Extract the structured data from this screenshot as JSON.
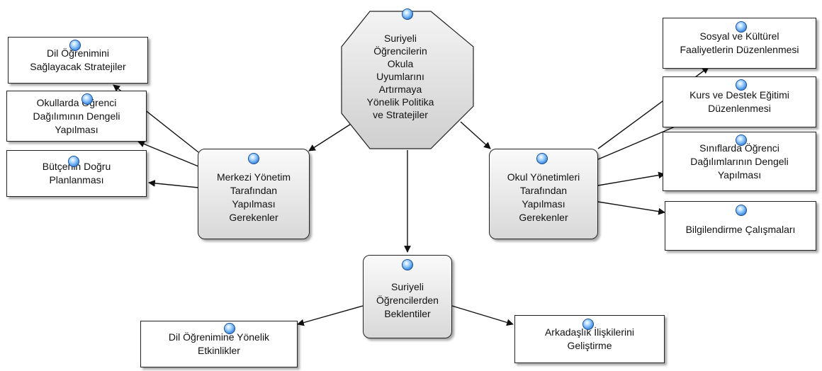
{
  "diagram": {
    "center": {
      "label": "Suriyeli\nÖğrencilerin\nOkula\nUyumlarını\nArtırmaya\nYönelik Politika\nve Stratejiler"
    },
    "central_management": {
      "label": "Merkezi Yönetim\nTarafından\nYapılması\nGerekenler"
    },
    "school_management": {
      "label": "Okul Yönetimleri\nTarafından\nYapılması\nGerekenler"
    },
    "students": {
      "label": "Suriyeli\nÖğrencilerden\nBeklentiler"
    },
    "central_items": [
      {
        "label": "Dil Öğrenimini\nSağlayacak Stratejiler"
      },
      {
        "label": "Okullarda Öğrenci\nDağılımının Dengeli\nYapılması"
      },
      {
        "label": "Bütçenin Doğru\nPlanlanması"
      }
    ],
    "school_items": [
      {
        "label": "Sosyal ve Kültürel\nFaaliyetlerin Düzenlenmesi"
      },
      {
        "label": "Kurs ve Destek Eğitimi\nDüzenlenmesi"
      },
      {
        "label": "Sınıflarda Öğrenci\nDağılımlarının Dengeli\nYapılması"
      },
      {
        "label": "Bilgilendirme Çalışmaları"
      }
    ],
    "student_items": [
      {
        "label": "Dil Öğrenimine Yönelik\nEtkinlikler"
      },
      {
        "label": "Arkadaşlık İlişkilerini\nGeliştirme"
      }
    ]
  },
  "colors": {
    "line": "#111111",
    "node_border": "#222222",
    "bubble": "#2f7fd8"
  }
}
